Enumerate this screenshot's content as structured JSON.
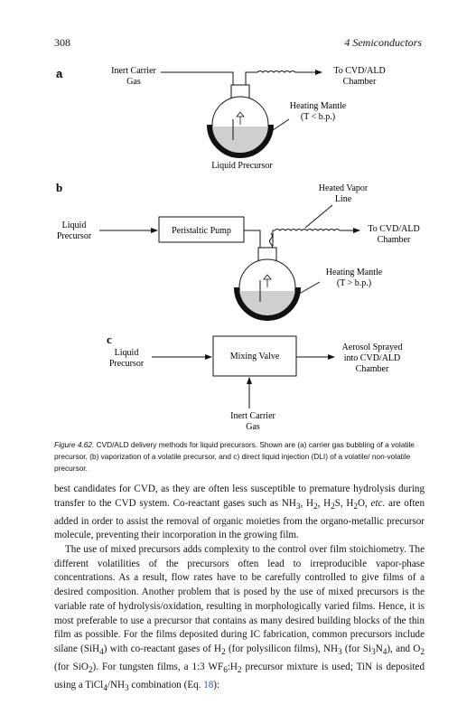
{
  "header": {
    "page_number": "308",
    "chapter": "4 Semiconductors"
  },
  "figure": {
    "a": {
      "panel": "a",
      "inert_carrier_gas_l1": "Inert Carrier",
      "inert_carrier_gas_l2": "Gas",
      "to_chamber_l1": "To CVD/ALD",
      "to_chamber_l2": "Chamber",
      "heating_mantle_l1": "Heating Mantle",
      "heating_mantle_l2": "(T < b.p.)",
      "liquid_precursor": "Liquid Precursor"
    },
    "b": {
      "panel": "b",
      "heated_vapor_l1": "Heated Vapor",
      "heated_vapor_l2": "Line",
      "liquid_l1": "Liquid",
      "liquid_l2": "Precursor",
      "pump": "Peristaltic Pump",
      "to_chamber_l1": "To CVD/ALD",
      "to_chamber_l2": "Chamber",
      "heating_mantle_l1": "Heating Mantle",
      "heating_mantle_l2": "(T > b.p.)"
    },
    "c": {
      "panel": "c",
      "liquid_l1": "Liquid",
      "liquid_l2": "Precursor",
      "valve": "Mixing Valve",
      "aerosol_l1": "Aerosol Sprayed",
      "aerosol_l2": "into CVD/ALD",
      "aerosol_l3": "Chamber",
      "inert_l1": "Inert Carrier",
      "inert_l2": "Gas"
    },
    "caption_label": "Figure 4.62.",
    "caption_text": "CVD/ALD delivery methods for liquid precursors. Shown are (a) carrier gas bubbling of a volatile precursor, (b) vaporization of a volatile precursor, and c) direct liquid injection (DLI) of a volatile/ non-volatile precursor."
  },
  "body": {
    "p1_a": "best candidates for CVD, as they are often less susceptible to premature hydrolysis during transfer to the CVD system. Co-reactant gases such as NH",
    "p1_b": ", H",
    "p1_c": ", H",
    "p1_d": "S, H",
    "p1_e": "O, ",
    "p1_etc": "etc.",
    "p1_f": " are often added in order to assist the removal of organic moieties from the organo-metallic precursor molecule, preventing their incorporation in the growing film.",
    "p2_a": "The use of mixed precursors adds complexity to the control over film stoichiometry. The different volatilities of the precursors often lead to irreproducible vapor-phase concentrations. As a result, flow rates have to be carefully controlled to give films of a desired composition. Another problem that is posed by the use of mixed precursors is the variable rate of hydrolysis/oxidation, resulting in morphologically varied films. Hence, it is most preferable to use a precursor that contains as many desired building blocks of the thin film as possible. For the films deposited during IC fabrication, common precursors include silane (SiH",
    "p2_b": ") with co-reactant gases of H",
    "p2_c": " (for polysilicon films), NH",
    "p2_d": " (for Si",
    "p2_e": "N",
    "p2_f": "), and O",
    "p2_g": " (for SiO",
    "p2_h": "). For tungsten films, a 1:3 WF",
    "p2_i": ":H",
    "p2_j": " precursor mixture is used; TiN is deposited using a TiCl",
    "p2_k": "/NH",
    "p2_l": " combination (Eq. ",
    "p2_ref": "18",
    "p2_m": "):",
    "sub": {
      "two": "2",
      "three": "3",
      "four": "4",
      "six": "6"
    }
  }
}
